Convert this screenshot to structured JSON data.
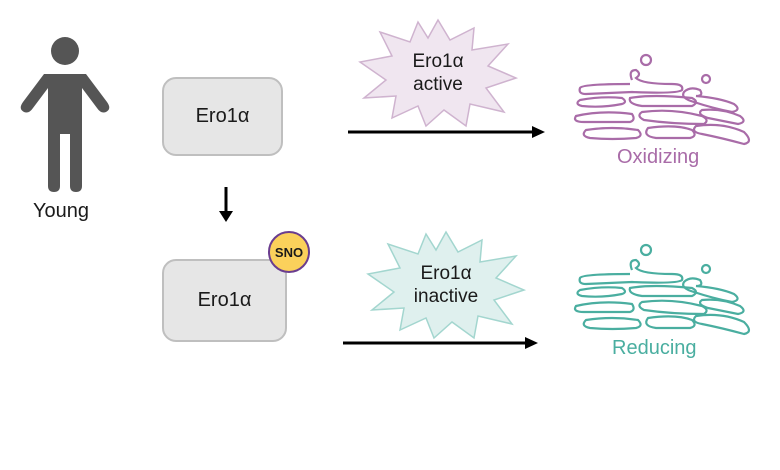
{
  "person": {
    "label": "Young",
    "icon": "person-icon",
    "color": "#555555"
  },
  "protein_boxes": [
    {
      "label": "Ero1α",
      "modification": null
    },
    {
      "label": "Ero1α",
      "modification": "SNO"
    }
  ],
  "bursts": [
    {
      "line1": "Ero1α",
      "line2": "active",
      "fill": "#f0e6f0",
      "stroke": "#cfb3cf"
    },
    {
      "line1": "Ero1α",
      "line2": "inactive",
      "fill": "#dff0ee",
      "stroke": "#a3d6cf"
    }
  ],
  "er_states": [
    {
      "label": "Oxidizing",
      "color": "#a96ca8",
      "icon": "endoplasmic-reticulum-icon"
    },
    {
      "label": "Reducing",
      "color": "#4aaea0",
      "icon": "endoplasmic-reticulum-icon"
    }
  ],
  "arrows": {
    "color": "#000000"
  }
}
